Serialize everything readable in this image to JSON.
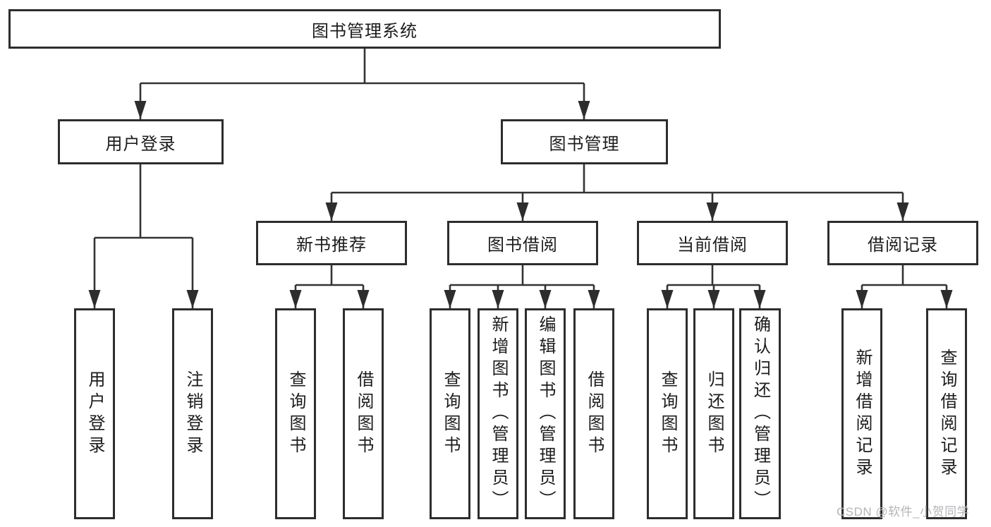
{
  "nodes": {
    "root": {
      "label": "图书管理系统"
    },
    "user_login": {
      "label": "用户登录"
    },
    "book_mgmt": {
      "label": "图书管理"
    },
    "new_book_rec": {
      "label": "新书推荐"
    },
    "book_borrow": {
      "label": "图书借阅"
    },
    "current_borrow": {
      "label": "当前借阅"
    },
    "borrow_records": {
      "label": "借阅记录"
    },
    "leaf_user_login": {
      "label": "用户登录"
    },
    "leaf_logout": {
      "label": "注销登录"
    },
    "leaf_nbr_query_books": {
      "label": "查询图书"
    },
    "leaf_nbr_borrow_books": {
      "label": "借阅图书"
    },
    "leaf_bb_query_books": {
      "label": "查询图书"
    },
    "leaf_bb_add_books": {
      "label": "新增图书（管理员）"
    },
    "leaf_bb_edit_books": {
      "label": "编辑图书（管理员）"
    },
    "leaf_bb_borrow_books": {
      "label": "借阅图书"
    },
    "leaf_cb_query_books": {
      "label": "查询图书"
    },
    "leaf_cb_return_books": {
      "label": "归还图书"
    },
    "leaf_cb_confirm_return": {
      "label": "确认归还（管理员）"
    },
    "leaf_br_add_record": {
      "label": "新增借阅记录"
    },
    "leaf_br_query_record": {
      "label": "查询借阅记录"
    }
  },
  "hierarchy": {
    "root": "图书管理系统",
    "children": [
      {
        "label": "用户登录",
        "children": [
          "用户登录",
          "注销登录"
        ]
      },
      {
        "label": "图书管理",
        "children": [
          {
            "label": "新书推荐",
            "children": [
              "查询图书",
              "借阅图书"
            ]
          },
          {
            "label": "图书借阅",
            "children": [
              "查询图书",
              "新增图书（管理员）",
              "编辑图书（管理员）",
              "借阅图书"
            ]
          },
          {
            "label": "当前借阅",
            "children": [
              "查询图书",
              "归还图书",
              "确认归还（管理员）"
            ]
          },
          {
            "label": "借阅记录",
            "children": [
              "新增借阅记录",
              "查询借阅记录"
            ]
          }
        ]
      }
    ]
  },
  "watermark": {
    "text": "CSDN @软件_小贺同学"
  },
  "colors": {
    "line": "#333333",
    "box_border": "#2d2d2d",
    "text": "#1c1c1c",
    "watermark": "#b5b5b9",
    "background": "#ffffff"
  }
}
